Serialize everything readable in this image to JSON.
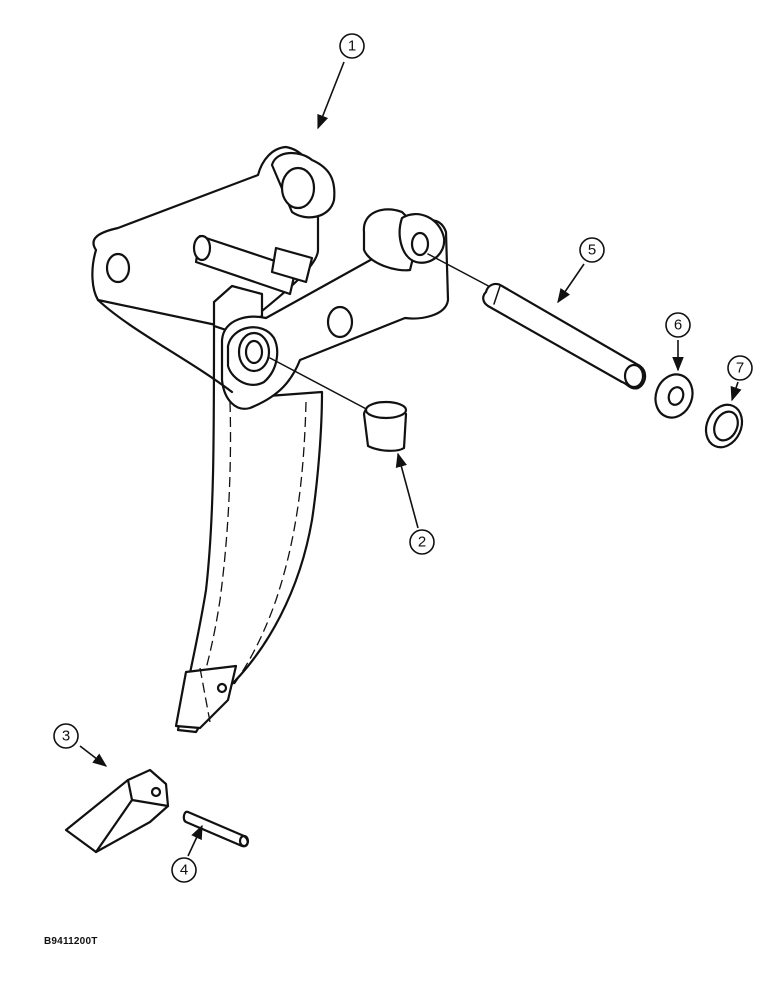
{
  "figure_id": "B9411200T",
  "callouts": [
    {
      "id": "callout-1",
      "label": "1"
    },
    {
      "id": "callout-2",
      "label": "2"
    },
    {
      "id": "callout-3",
      "label": "3"
    },
    {
      "id": "callout-4",
      "label": "4"
    },
    {
      "id": "callout-5",
      "label": "5"
    },
    {
      "id": "callout-6",
      "label": "6"
    },
    {
      "id": "callout-7",
      "label": "7"
    }
  ]
}
